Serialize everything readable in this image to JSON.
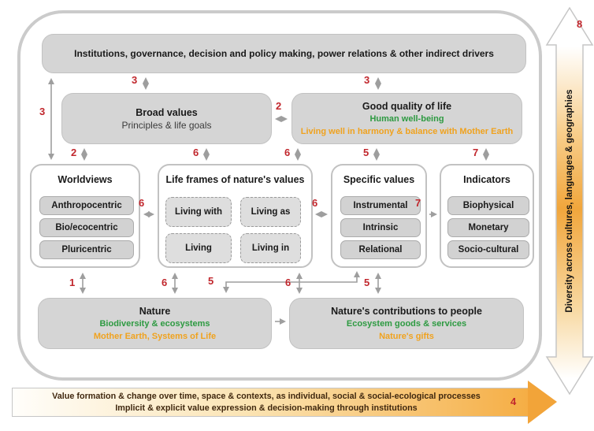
{
  "top_box": {
    "title": "Institutions, governance, decision and policy making, power relations & other indirect drivers"
  },
  "broad_values": {
    "title": "Broad values",
    "subtitle": "Principles & life goals"
  },
  "good_quality": {
    "title": "Good quality of life",
    "line_green": "Human well-being",
    "line_orange": "Living well in harmony & balance with Mother Earth"
  },
  "panels": {
    "worldviews": {
      "title": "Worldviews",
      "items": [
        "Anthropocentric",
        "Bio/ecocentric",
        "Pluricentric"
      ]
    },
    "life_frames": {
      "title": "Life frames of nature's values",
      "items": [
        "Living with",
        "Living as",
        "Living",
        "Living in"
      ]
    },
    "specific_values": {
      "title": "Specific values",
      "items": [
        "Instrumental",
        "Intrinsic",
        "Relational"
      ]
    },
    "indicators": {
      "title": "Indicators",
      "items": [
        "Biophysical",
        "Monetary",
        "Socio-cultural"
      ]
    }
  },
  "nature": {
    "title": "Nature",
    "line_green": "Biodiversity & ecosystems",
    "line_orange": "Mother Earth, Systems of Life"
  },
  "ncp": {
    "title": "Nature's contributions to people",
    "line_green": "Ecosystem goods & services",
    "line_orange": "Nature's gifts"
  },
  "connector_labels": {
    "inst_broad": "3",
    "inst_gql": "3",
    "inst_worldviews": "3",
    "broad_gql": "2",
    "broad_worldviews": "2",
    "broad_lifeframes": "6",
    "gql_lifeframes": "6",
    "gql_specific": "5",
    "gql_indicators": "7",
    "worldviews_lifeframes": "6",
    "lifeframes_specific": "6",
    "specific_indicators": "7",
    "worldviews_nature": "1",
    "lifeframes_nature": "6",
    "specific_nature": "5",
    "lifeframes_ncp": "6",
    "specific_ncp": "5",
    "diversity": "8",
    "formation": "4"
  },
  "side_arrow": {
    "label": "Diversity across cultures, languages & geographies"
  },
  "bottom_arrow": {
    "line1": "Value formation & change over time, space & contexts, as individual, social & social-ecological processes",
    "line2": "Implicit & explicit value expression & decision-making through institutions"
  },
  "colors": {
    "box_gray": "#d5d5d5",
    "arrow_gray": "#9e9e9e",
    "number_red": "#c1272d",
    "text_green": "#2d9a41",
    "text_orange": "#f0a21e",
    "gradient_orange": "#f1a63c"
  }
}
